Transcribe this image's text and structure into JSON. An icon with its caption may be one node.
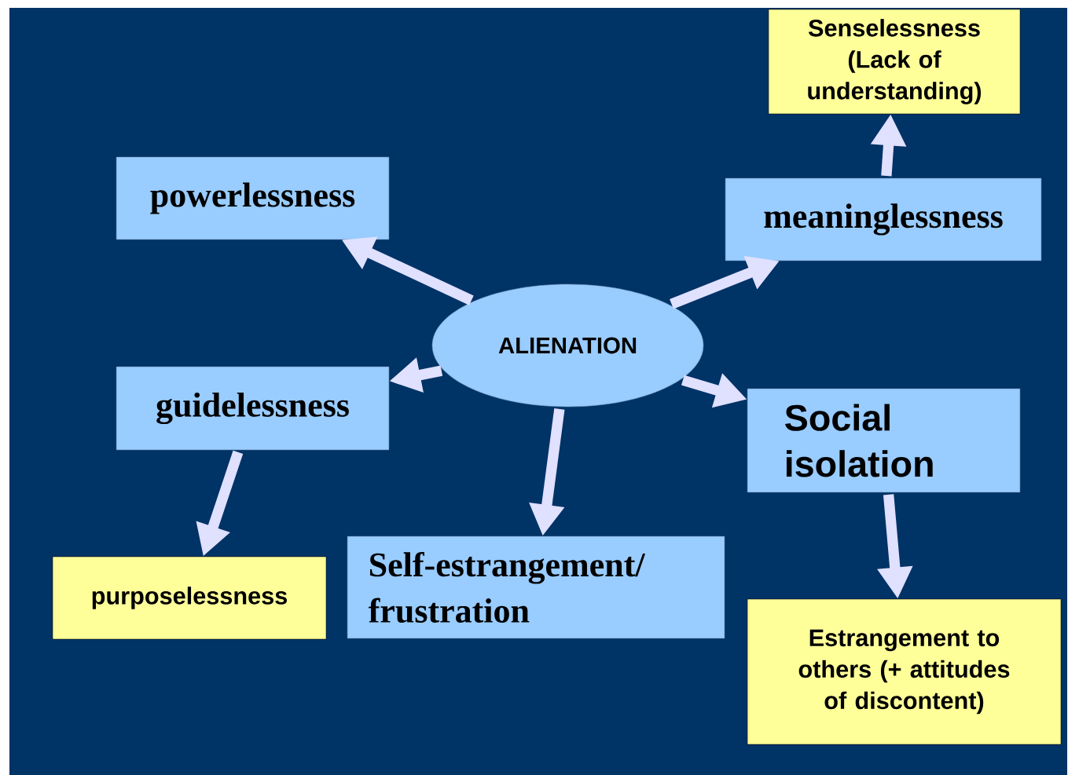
{
  "diagram": {
    "nodes": [
      {
        "text": [
          "ALIENATION"
        ]
      },
      {
        "text": [
          "powerlessness"
        ]
      },
      {
        "text": [
          "meaninglessness"
        ]
      },
      {
        "text": [
          "Senselessness (Lack of understanding)"
        ]
      },
      {
        "text": [
          "guidelessness"
        ]
      },
      {
        "text": [
          "purposelessness"
        ]
      },
      {
        "text": [
          "Self-estrangement/ frustration"
        ]
      },
      {
        "text": [
          "Social isolation"
        ]
      },
      {
        "text": [
          "Estrangement to others (+ attitudes of discontent)"
        ]
      }
    ],
    "edges": [
      {
        "from": 0,
        "to": 1,
        "arrow": "to"
      },
      {
        "from": 0,
        "to": 2,
        "arrow": "to"
      },
      {
        "from": 2,
        "to": 3,
        "arrow": "to"
      },
      {
        "from": 0,
        "to": 4,
        "arrow": "to"
      },
      {
        "from": 4,
        "to": 5,
        "arrow": "to"
      },
      {
        "from": 0,
        "to": 6,
        "arrow": "to"
      },
      {
        "from": 0,
        "to": 7,
        "arrow": "to"
      },
      {
        "from": 7,
        "to": 8,
        "arrow": "to"
      }
    ]
  }
}
